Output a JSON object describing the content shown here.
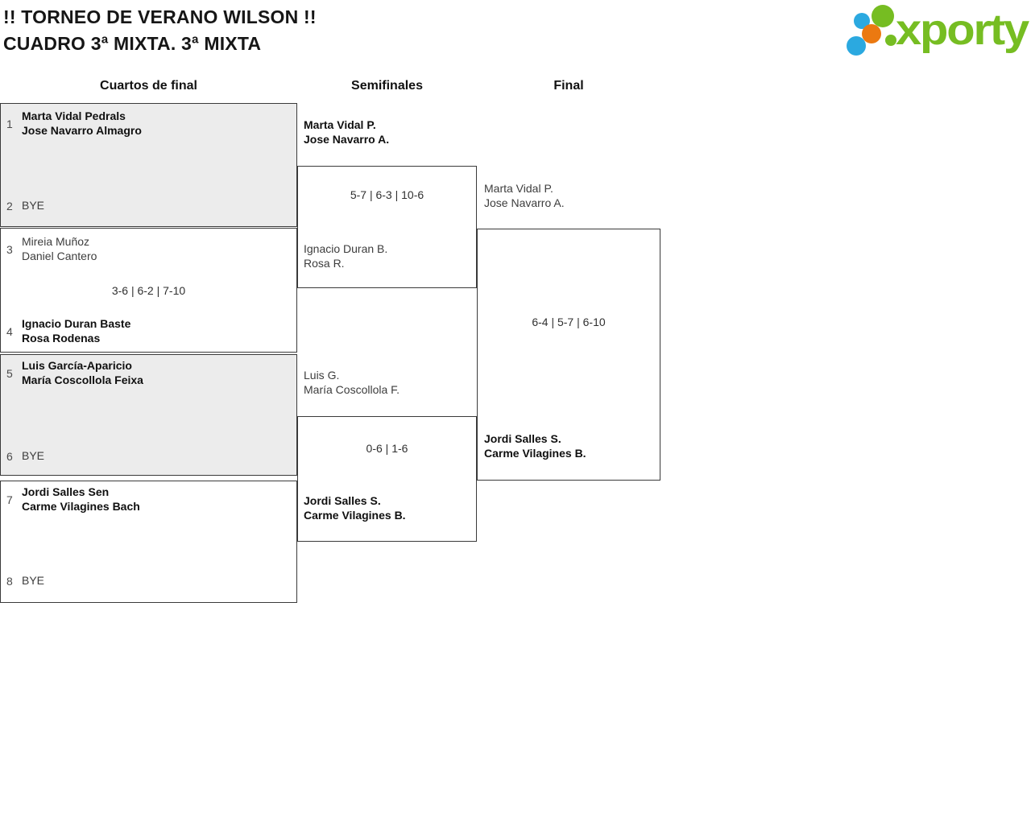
{
  "title": {
    "line1": "!! TORNEO DE VERANO WILSON !!",
    "line2": "CUADRO 3ª MIXTA. 3ª MIXTA"
  },
  "logo": {
    "brand": "xporty",
    "colors": {
      "green": "#76BD22",
      "blue": "#2BA9E0",
      "orange": "#EB7911"
    }
  },
  "columns": {
    "quarterfinals": "Cuartos de final",
    "semifinals": "Semifinales",
    "final": "Final"
  },
  "qf": [
    {
      "seed_a": "1",
      "a1": "Marta Vidal Pedrals",
      "a2": "Jose Navarro Almagro",
      "a_bold": true,
      "seed_b": "2",
      "b1": "BYE",
      "b_bold": false,
      "score": ""
    },
    {
      "seed_a": "3",
      "a1": "Mireia Muñoz",
      "a2": "Daniel Cantero",
      "a_bold": false,
      "seed_b": "4",
      "b1": "Ignacio Duran Baste",
      "b2": "Rosa Rodenas",
      "b_bold": true,
      "score": "3-6 | 6-2 | 7-10"
    },
    {
      "seed_a": "5",
      "a1": "Luis García-Aparicio",
      "a2": "María Coscollola Feixa",
      "a_bold": true,
      "seed_b": "6",
      "b1": "BYE",
      "b_bold": false,
      "score": ""
    },
    {
      "seed_a": "7",
      "a1": "Jordi Salles Sen",
      "a2": "Carme Vilagines Bach",
      "a_bold": true,
      "seed_b": "8",
      "b1": "BYE",
      "b_bold": false,
      "score": ""
    }
  ],
  "sf": [
    {
      "a1": "Marta Vidal P.",
      "a2": "Jose Navarro A.",
      "a_bold": true,
      "b1": "Ignacio Duran B.",
      "b2": "Rosa R.",
      "b_bold": false,
      "score": "5-7 | 6-3 | 10-6"
    },
    {
      "a1": "Luis G.",
      "a2": "María Coscollola F.",
      "a_bold": false,
      "b1": "Jordi Salles S.",
      "b2": "Carme Vilagines B.",
      "b_bold": true,
      "score": "0-6 | 1-6"
    }
  ],
  "final": {
    "a1": "Marta Vidal P.",
    "a2": "Jose Navarro A.",
    "a_bold": false,
    "b1": "Jordi Salles S.",
    "b2": "Carme Vilagines B.",
    "b_bold": true,
    "score": "6-4 | 5-7 | 6-10"
  }
}
